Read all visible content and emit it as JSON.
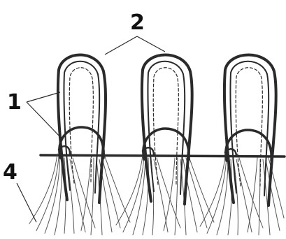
{
  "labels": {
    "loop_callout": "1",
    "strip_callout": "2",
    "fiber_callout": "4"
  },
  "units": [
    {
      "id": "unit-1"
    },
    {
      "id": "unit-2"
    },
    {
      "id": "unit-3"
    }
  ],
  "colors": {
    "background": "#ffffff",
    "line": "#2a2a2a",
    "fiber": "#555555",
    "text": "#111111"
  }
}
